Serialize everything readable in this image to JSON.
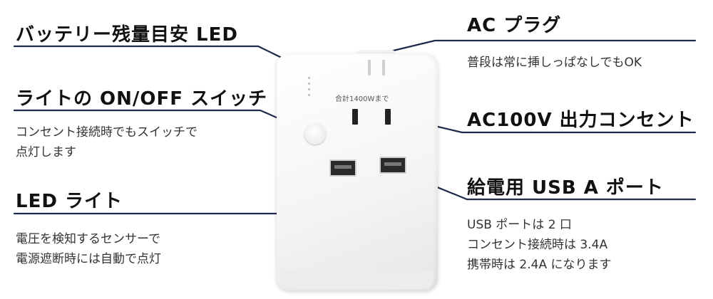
{
  "left": {
    "battery_led": {
      "heading": "バッテリー残量目安 LED"
    },
    "switch": {
      "heading": "ライトの ON/OFF スイッチ",
      "desc": [
        "コンセント接続時でもスイッチで",
        "点灯します"
      ]
    },
    "led_light": {
      "heading": "LED ライト",
      "desc": [
        "電圧を検知するセンサーで",
        "電源遮断時には自動で点灯"
      ]
    }
  },
  "right": {
    "ac_plug": {
      "heading": "AC プラグ",
      "desc": [
        "普段は常に挿しっぱなしでもOK"
      ]
    },
    "ac_outlet": {
      "heading": "AC100V 出力コンセント"
    },
    "usb": {
      "heading": "給電用 USB  A ポート",
      "desc": [
        "USB ポートは 2 口",
        "コンセント接続時は 3.4A",
        "携帯時は 2.4A になります"
      ]
    }
  },
  "device": {
    "rating_label": "合計1400Wまで"
  },
  "colors": {
    "leader_line": "#1e2a4a",
    "device_body": "#f4f4f4"
  }
}
